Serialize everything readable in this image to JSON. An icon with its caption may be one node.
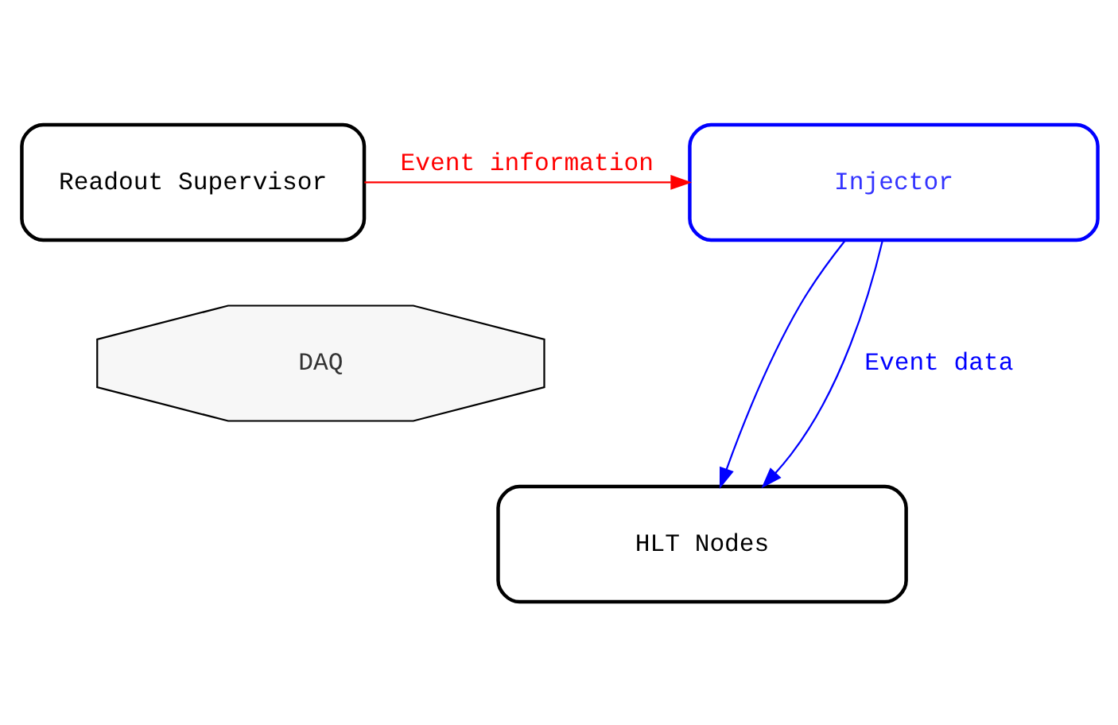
{
  "diagram": {
    "nodes": [
      {
        "text": [
          "Readout Supervisor"
        ]
      },
      {
        "text": [
          "Injector"
        ]
      },
      {
        "text": [
          "DAQ"
        ]
      },
      {
        "text": [
          "HLT Nodes"
        ]
      }
    ],
    "edges": [
      {
        "from": 0,
        "to": 1,
        "arrow": "to",
        "label": "Event information",
        "color": "#ff0000"
      },
      {
        "from": 1,
        "to": 3,
        "arrow": "to",
        "color": "#0000ff"
      },
      {
        "from": 1,
        "to": 3,
        "arrow": "to",
        "label": "Event data",
        "color": "#0000ff"
      }
    ]
  }
}
